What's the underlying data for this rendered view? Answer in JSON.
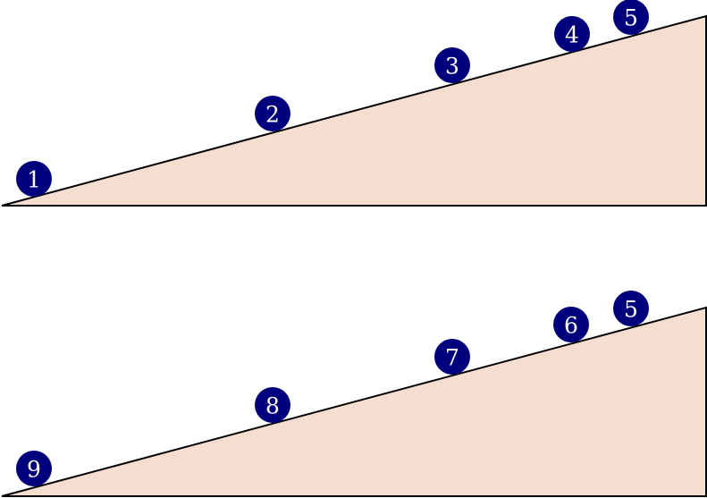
{
  "colors": {
    "ramp_fill": "#f5ddd0",
    "ramp_stroke": "#000000",
    "ball_fill": "#00007f",
    "ball_text": "#ffffff"
  },
  "top_ramp": {
    "balls": [
      {
        "label": "1"
      },
      {
        "label": "2"
      },
      {
        "label": "3"
      },
      {
        "label": "4"
      },
      {
        "label": "5"
      }
    ]
  },
  "bottom_ramp": {
    "balls": [
      {
        "label": "9"
      },
      {
        "label": "8"
      },
      {
        "label": "7"
      },
      {
        "label": "6"
      },
      {
        "label": "5"
      }
    ]
  }
}
